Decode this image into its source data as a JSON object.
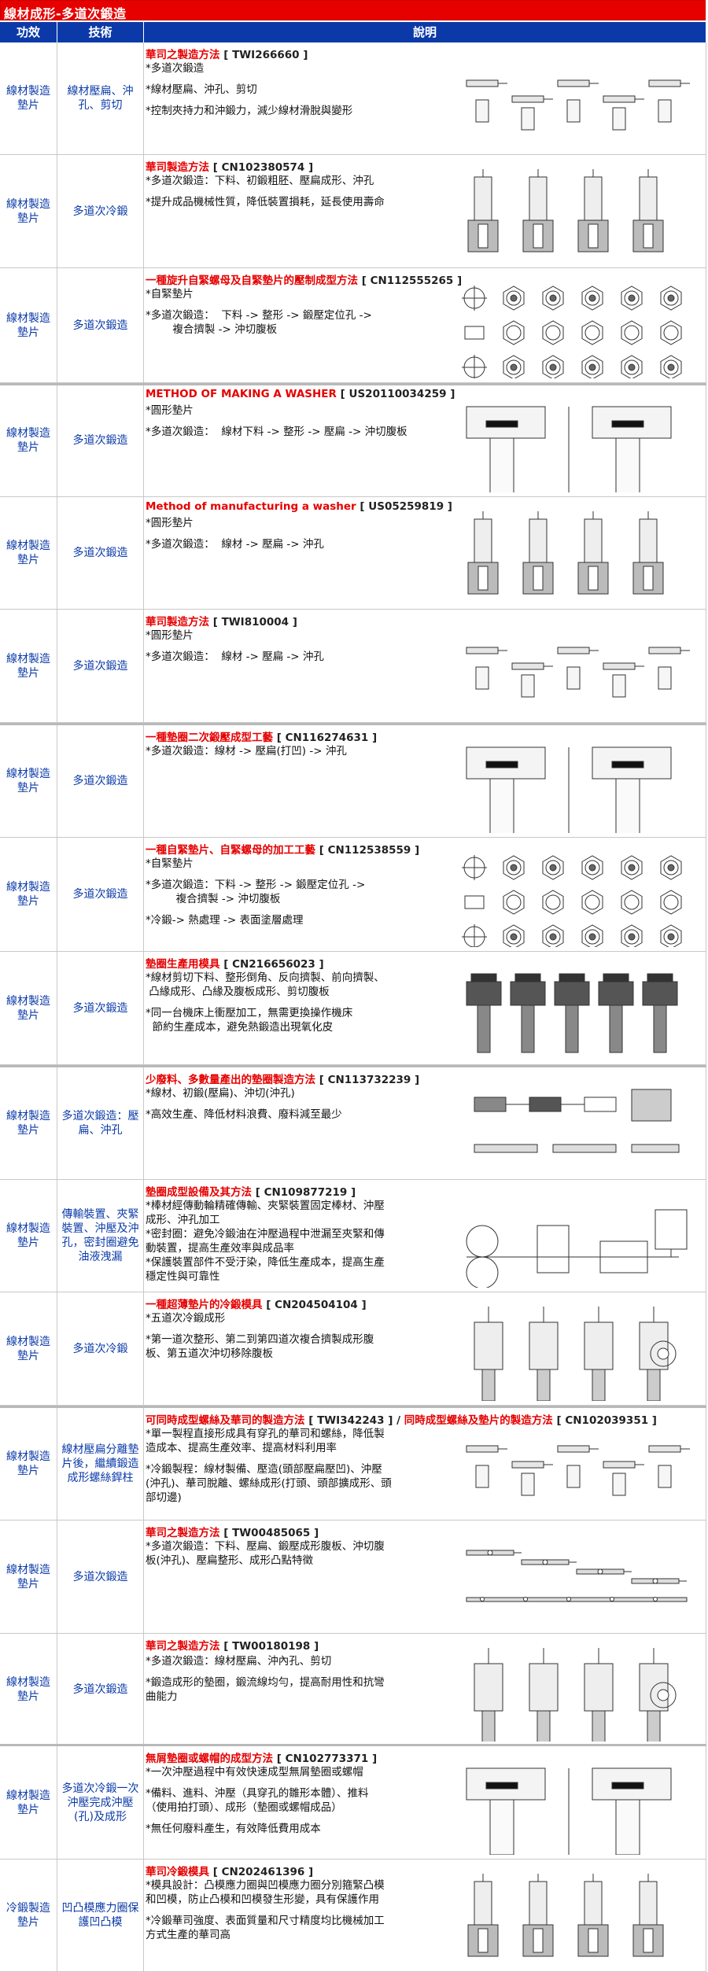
{
  "title": "線材成形-多道次鍛造",
  "header": {
    "col1": "功效",
    "col2": "技術",
    "col3": "說明"
  },
  "rows": [
    {
      "func": "線材製造墊片",
      "tech": "線材壓扁、沖孔、剪切",
      "title": "華司之製造方法",
      "id": "[ TWI266660 ]",
      "lines": [
        "*多道次鍛造",
        "",
        "*線材壓扁、沖孔、剪切",
        "",
        "*控制夾持力和沖鍛力，減少線材滑脫與變形"
      ]
    },
    {
      "func": "線材製造墊片",
      "tech": "多道次冷鍛",
      "title": "華司製造方法",
      "id": "[ CN102380574 ]",
      "lines": [
        "*多道次鍛造：下料、初鍛粗胚、壓扁成形、沖孔",
        "",
        "*提升成品機械性質，降低裝置損耗，延長使用壽命"
      ]
    },
    {
      "func": "線材製造墊片",
      "tech": "多道次鍛造",
      "title": "一種旋升自緊螺母及自緊墊片的壓制成型方法",
      "id": "[ CN112555265 ]",
      "lines": [
        "*自緊墊片",
        "",
        "*多道次鍛造：  下料 -> 整形 -> 鍛壓定位孔 ->",
        "        複合擠製 -> 沖切腹板"
      ]
    },
    {
      "func": "線材製造墊片",
      "tech": "多道次鍛造",
      "title": "METHOD OF MAKING A WASHER",
      "id": "[ US20110034259 ]",
      "lines": [
        "*圓形墊片",
        "",
        "*多道次鍛造：  線材下料 -> 整形 -> 壓扁 -> 沖切腹板"
      ]
    },
    {
      "func": "線材製造墊片",
      "tech": "多道次鍛造",
      "title": "Method of manufacturing a washer",
      "id": "[ US05259819 ]",
      "lines": [
        "*圓形墊片",
        "",
        "*多道次鍛造：  線材 -> 壓扁 -> 沖孔"
      ]
    },
    {
      "func": "線材製造墊片",
      "tech": "多道次鍛造",
      "title": "華司製造方法",
      "id": "[ TWI810004 ]",
      "lines": [
        "*圓形墊片",
        "",
        "*多道次鍛造：  線材 -> 壓扁 -> 沖孔"
      ]
    },
    {
      "func": "線材製造墊片",
      "tech": "多道次鍛造",
      "title": "一種墊圈二次鍛壓成型工藝",
      "id": "[ CN116274631 ]",
      "lines": [
        "*多道次鍛造：線材 -> 壓扁(打凹) -> 沖孔"
      ]
    },
    {
      "func": "線材製造墊片",
      "tech": "多道次鍛造",
      "title": "一種自緊墊片、自緊螺母的加工工藝",
      "id": "[ CN112538559 ]",
      "lines": [
        "*自緊墊片",
        "",
        "*多道次鍛造：下料 -> 整形 -> 鍛壓定位孔 ->",
        "         複合擠製 -> 沖切腹板",
        "",
        "*冷鍛-> 熱處理 -> 表面塗層處理"
      ]
    },
    {
      "func": "線材製造墊片",
      "tech": "多道次鍛造",
      "title": "墊圈生產用模具",
      "id": "[ CN216656023 ]",
      "lines": [
        "*線材剪切下料、整形倒角、反向擠製、前向擠製、",
        " 凸緣成形、凸緣及腹板成形、剪切腹板",
        "",
        "*同一台機床上衝壓加工，無需更換操作機床",
        "  節約生產成本，避免熱鍛造出現氧化皮"
      ]
    },
    {
      "func": "線材製造墊片",
      "tech": "多道次鍛造：壓扁、沖孔",
      "title": "少廢料、多數量產出的墊圈製造方法",
      "id": "[ CN113732239 ]",
      "lines": [
        "*線材、初鍛(壓扁)、沖切(沖孔)",
        "",
        "*高效生產、降低材料浪費、廢料減至最少"
      ]
    },
    {
      "func": "線材製造墊片",
      "tech": "傳輸裝置、夾緊裝置、沖壓及沖孔，密封圈避免油液洩漏",
      "title": "墊圈成型設備及其方法",
      "id": "[ CN109877219 ]",
      "lines": [
        "*棒材經傳動輪精確傳輸、夾緊裝置固定棒材、沖壓",
        "成形、沖孔加工",
        "*密封圈：避免冷鍛油在沖壓過程中泄漏至夾緊和傳",
        "動裝置，提高生產效率與成品率",
        "*保護裝置部件不受汙染，降低生產成本，提高生產",
        "穩定性與可靠性"
      ]
    },
    {
      "func": "線材製造墊片",
      "tech": "多道次冷鍛",
      "title": "一種超薄墊片的冷鍛模具",
      "id": "[ CN204504104 ]",
      "lines": [
        "*五道次冷鍛成形",
        "",
        "*第一道次整形、第二到第四道次複合擠製成形腹",
        "板、第五道次沖切移除腹板"
      ]
    },
    {
      "func": "線材製造墊片",
      "tech": "線材壓扁分離墊片後，繼續鍛造成形螺絲銲柱",
      "title": "可同時成型螺絲及華司的製造方法",
      "id": "[ TWI342243 ]",
      "title2": "同時成型螺絲及墊片的製造方法",
      "id2": "[ CN102039351 ]",
      "lines": [
        "*單一製程直接形成具有穿孔的華司和螺絲，降低製",
        "造成本、提高生產效率、提高材料利用率",
        "",
        "*冷鍛製程：線材製備、壓造(頭部壓扁壓凹)、沖壓",
        "(沖孔)、華司脫離、螺絲成形(打頭、頭部擴成形、頭",
        "部切邊)"
      ]
    },
    {
      "func": "線材製造墊片",
      "tech": "多道次鍛造",
      "title": "華司之製造方法",
      "id": "[ TW00485065 ]",
      "lines": [
        "*多道次鍛造：下料、壓扁、鍛壓成形腹板、沖切腹",
        "板(沖孔)、壓扁整形、成形凸點特徵"
      ]
    },
    {
      "func": "線材製造墊片",
      "tech": "多道次鍛造",
      "title": "華司之製造方法",
      "id": "[ TW00180198 ]",
      "lines": [
        "*多道次鍛造：線材壓扁、沖內孔、剪切",
        "",
        "*鍛造成形的墊圈，鍛流線均勻，提高耐用性和抗彎",
        "曲能力"
      ]
    },
    {
      "func": "線材製造墊片",
      "tech": "多道次冷鍛一次沖壓完成沖壓(孔)及成形",
      "title": "無屑墊圈或螺帽的成型方法",
      "id": "[ CN102773371 ]",
      "lines": [
        "*一次沖壓過程中有效快速成型無屑墊圈或螺帽",
        "",
        "*備料、進料、沖壓（具穿孔的雛形本體）、推料",
        "（使用拍打頭）、成形（墊圈或螺帽成品）",
        "",
        "*無任何廢料產生，有效降低費用成本"
      ]
    },
    {
      "func": "冷鍛製造墊片",
      "tech": "凹凸模應力圈保護凹凸模",
      "title": "華司冷鍛模具",
      "id": "[ CN202461396 ]",
      "lines": [
        "*模具設計：凸模應力圈與凹模應力圈分別箍緊凸模",
        "和凹模，防止凸模和凹模發生形變，具有保護作用",
        "",
        "*冷鍛華司強度、表面質量和尺寸精度均比機械加工",
        "方式生產的華司高"
      ]
    }
  ]
}
